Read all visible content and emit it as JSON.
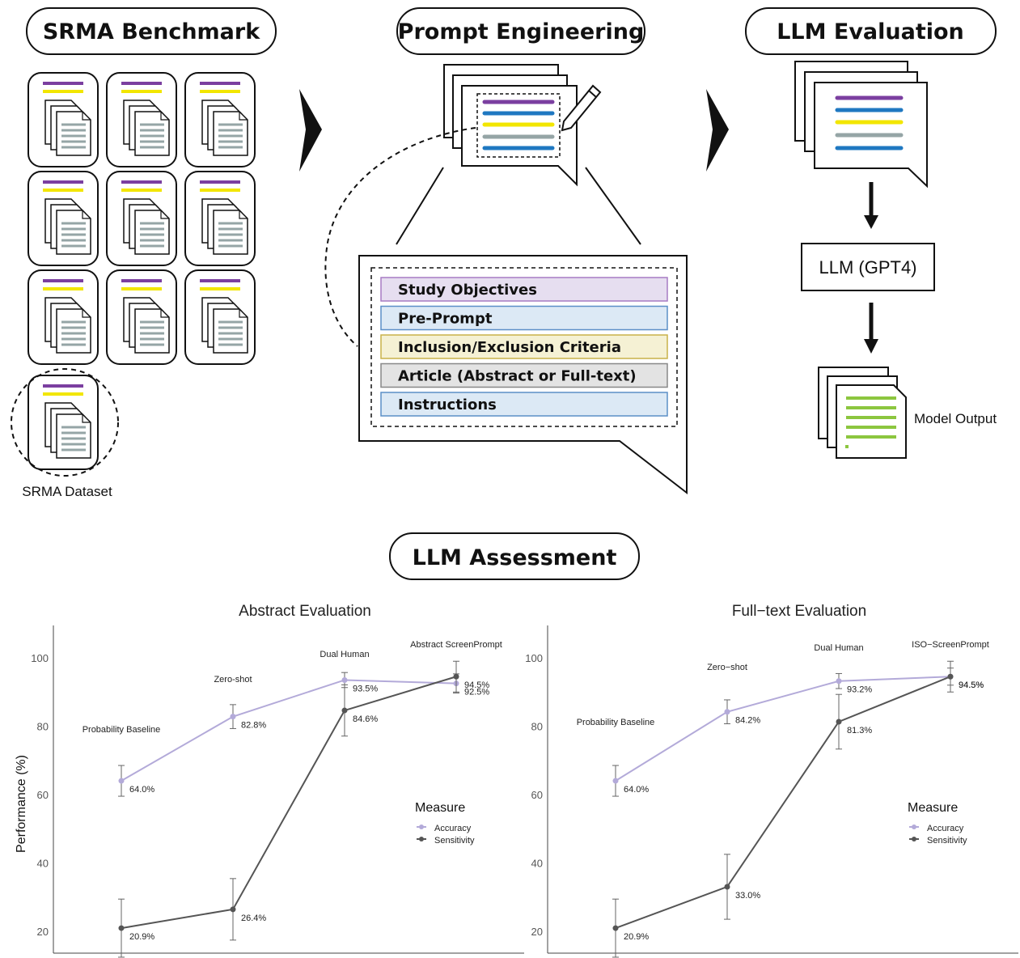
{
  "sections": {
    "benchmark": "SRMA Benchmark",
    "prompt_engineering": "Prompt Engineering",
    "llm_evaluation": "LLM Evaluation",
    "assessment": "LLM Assessment"
  },
  "dataset_label": "SRMA Dataset",
  "prompt_components": [
    {
      "label": "Study Objectives",
      "color": "#e6def0",
      "border": "#a77bc4"
    },
    {
      "label": "Pre-Prompt",
      "color": "#dce9f5",
      "border": "#5b8fc7"
    },
    {
      "label": "Inclusion/Exclusion Criteria",
      "color": "#f5f1d4",
      "border": "#c9b24a"
    },
    {
      "label": "Article (Abstract or Full-text)",
      "color": "#e3e3e3",
      "border": "#888888"
    },
    {
      "label": "Instructions",
      "color": "#dce9f5",
      "border": "#5b8fc7"
    }
  ],
  "model_box": "LLM (GPT4)",
  "model_output": "Model Output",
  "line_colors": {
    "purple": "#7b3fa0",
    "blue": "#1f78c1",
    "yellow": "#f2e600",
    "gray": "#95a5a6",
    "green": "#8cc63f"
  },
  "chart_data": [
    {
      "type": "line",
      "title": "Abstract Evaluation",
      "ylabel": "Performance (%)",
      "xlabel": "",
      "ylim": [
        15,
        109
      ],
      "yticks": [
        20,
        40,
        60,
        80,
        100
      ],
      "categories": [
        "Probability Baseline",
        "Zero-shot",
        "Dual Human",
        "Abstract ScreenPrompt"
      ],
      "series": [
        {
          "name": "Accuracy",
          "color": "#b3aad9",
          "values": [
            64.0,
            82.8,
            93.5,
            92.5
          ],
          "labels": [
            "64.0%",
            "82.8%",
            "93.5%",
            "92.5%"
          ],
          "err": [
            4.5,
            3.5,
            2.2,
            2.8
          ]
        },
        {
          "name": "Sensitivity",
          "color": "#555555",
          "values": [
            20.9,
            26.4,
            84.6,
            94.5
          ],
          "labels": [
            "20.9%",
            "26.4%",
            "84.6%",
            "94.5%"
          ],
          "err": [
            8.5,
            9.0,
            7.5,
            4.5
          ]
        }
      ],
      "legend": {
        "title": "Measure",
        "position": "right"
      }
    },
    {
      "type": "line",
      "title": "Full−text Evaluation",
      "ylabel": "",
      "xlabel": "",
      "ylim": [
        15,
        109
      ],
      "yticks": [
        20,
        40,
        60,
        80,
        100
      ],
      "categories": [
        "Probability Baseline",
        "Zero−shot",
        "Dual Human",
        "ISO−ScreenPrompt"
      ],
      "series": [
        {
          "name": "Accuracy",
          "color": "#b3aad9",
          "values": [
            64.0,
            84.2,
            93.2,
            94.5
          ],
          "labels": [
            "64.0%",
            "84.2%",
            "93.2%",
            "94.5%"
          ],
          "err": [
            4.5,
            3.5,
            2.2,
            2.5
          ]
        },
        {
          "name": "Sensitivity",
          "color": "#555555",
          "values": [
            20.9,
            33.0,
            81.3,
            94.5
          ],
          "labels": [
            "20.9%",
            "33.0%",
            "81.3%",
            "94.5%"
          ],
          "err": [
            8.5,
            9.5,
            8.0,
            4.5
          ]
        }
      ],
      "legend": {
        "title": "Measure",
        "position": "right"
      }
    }
  ]
}
